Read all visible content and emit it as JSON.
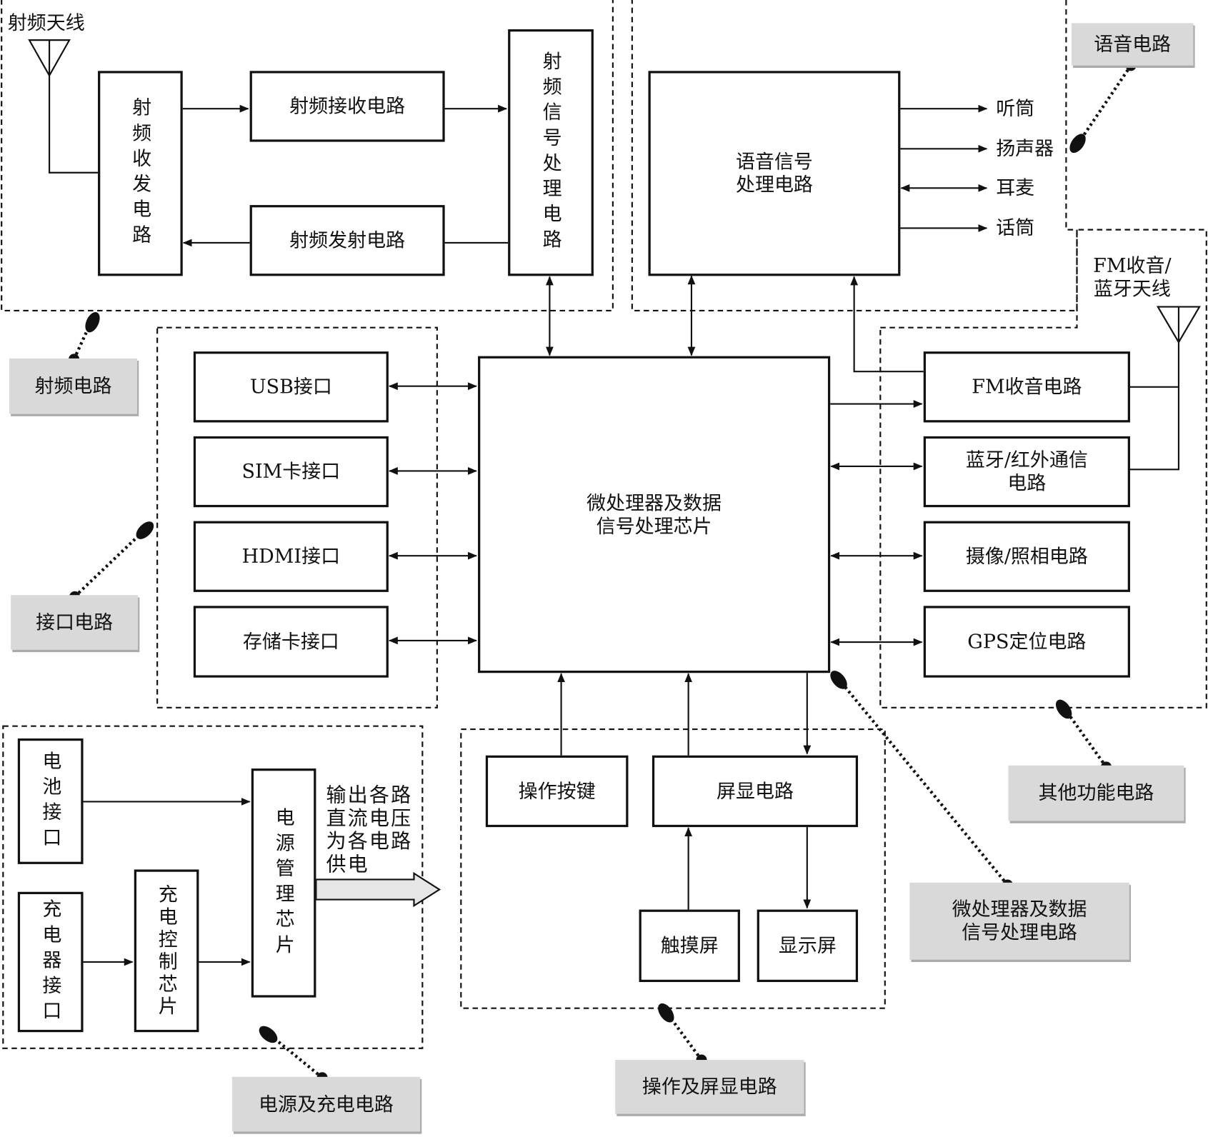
{
  "rf": {
    "antenna": "射频天线",
    "transceiver": "射频收发电路",
    "receiver": "射频接收电路",
    "transmitter": "射频发射电路",
    "signal_processor": "射频信号处理电路",
    "tag": "射频电路"
  },
  "voice": {
    "processor_line1": "语音信号",
    "processor_line2": "处理电路",
    "outputs": [
      "听筒",
      "扬声器",
      "耳麦",
      "话筒"
    ],
    "tag": "语音电路"
  },
  "cpu": {
    "line1": "微处理器及数据",
    "line2": "信号处理芯片",
    "tag_line1": "微处理器及数据",
    "tag_line2": "信号处理电路"
  },
  "interfaces": {
    "items": [
      "USB接口",
      "SIM卡接口",
      "HDMI接口",
      "存储卡接口"
    ],
    "tag": "接口电路"
  },
  "other": {
    "antenna_line1": "FM收音/",
    "antenna_line2": "蓝牙天线",
    "fm": "FM收音电路",
    "bt_line1": "蓝牙/红外通信",
    "bt_line2": "电路",
    "camera": "摄像/照相电路",
    "gps": "GPS定位电路",
    "tag": "其他功能电路"
  },
  "operation": {
    "keys": "操作按键",
    "display_circuit": "屏显电路",
    "touch": "触摸屏",
    "screen": "显示屏",
    "tag": "操作及屏显电路"
  },
  "power": {
    "battery": "电池接口",
    "charger": "充电器接口",
    "charge_chip": "充电控制芯片",
    "pmic": "电源管理芯片",
    "output_lines": [
      "输出各路",
      "直流电压",
      "为各电路",
      "供电"
    ],
    "tag": "电源及充电电路"
  }
}
